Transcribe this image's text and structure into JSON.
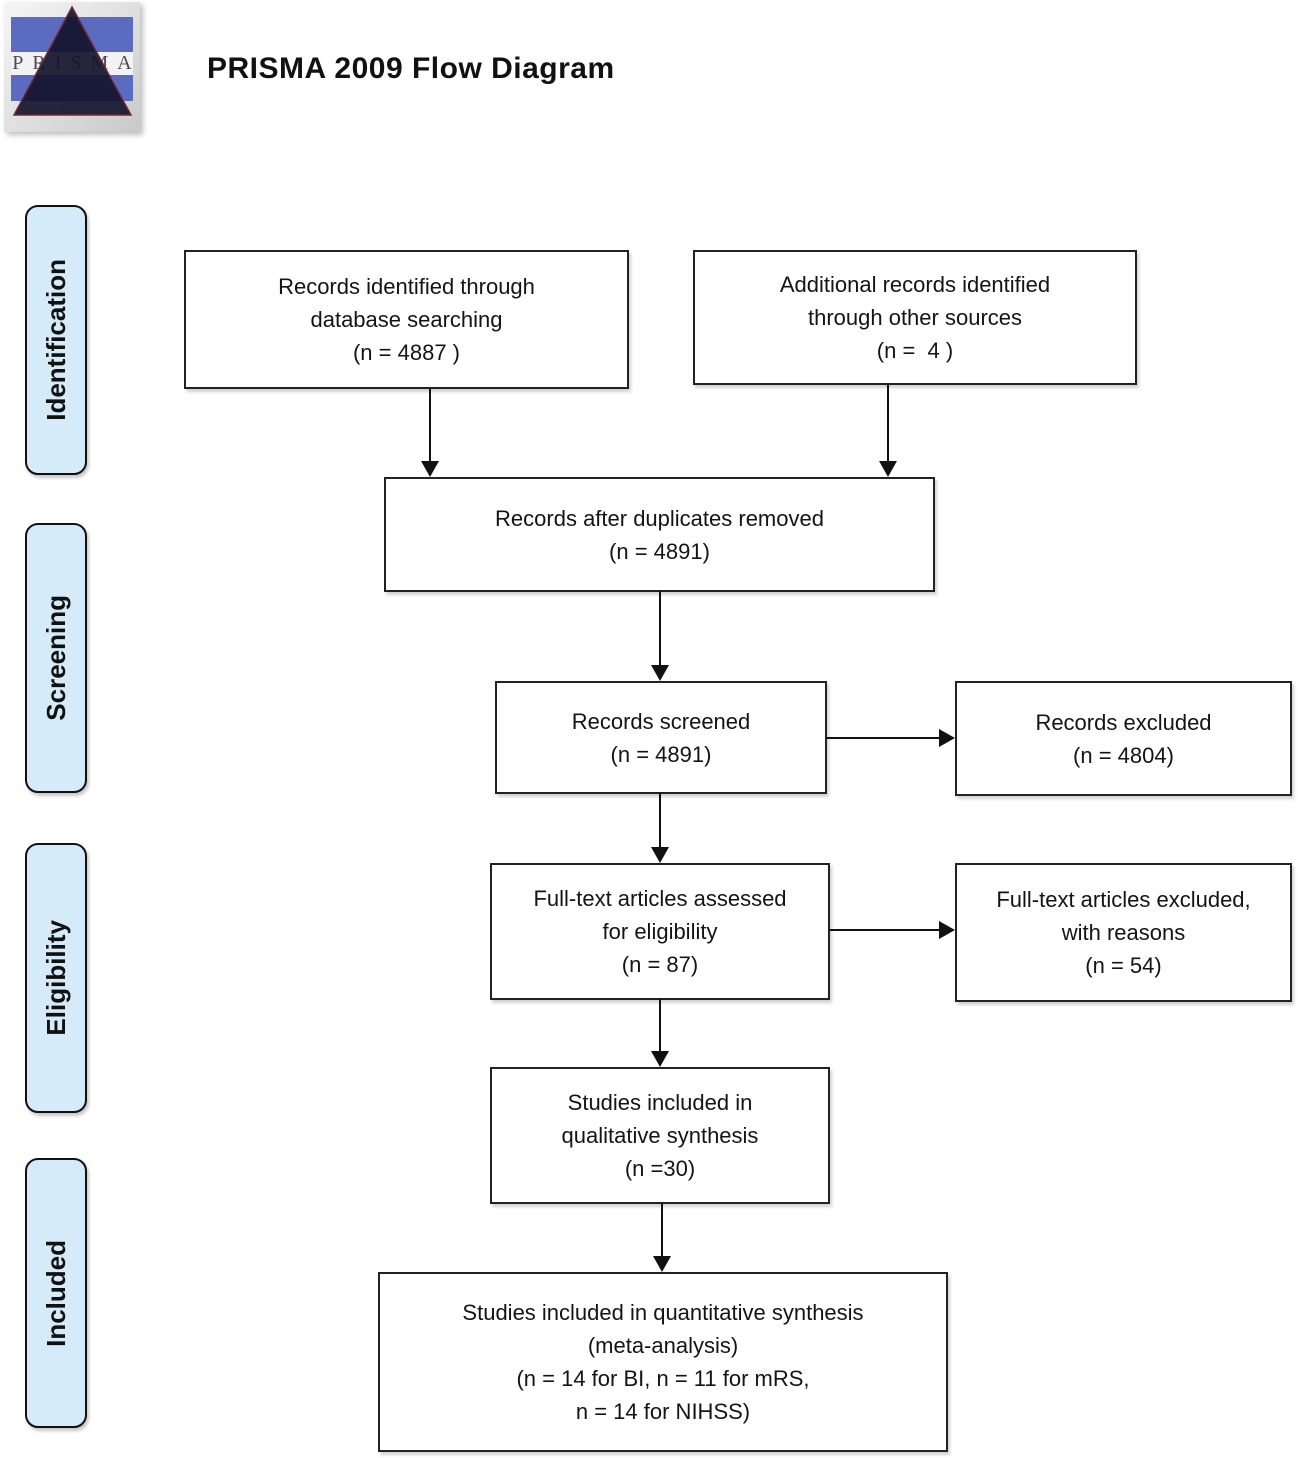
{
  "header": {
    "logo_text": "PRISMA",
    "title": "PRISMA 2009 Flow Diagram"
  },
  "sidebar": {
    "stages": [
      {
        "label": "Identification"
      },
      {
        "label": "Screening"
      },
      {
        "label": "Eligibility"
      },
      {
        "label": "Included"
      }
    ]
  },
  "flow": {
    "records_identified": {
      "lines": [
        "Records identified through",
        "database searching",
        "(n = 4887 )"
      ]
    },
    "additional_records": {
      "lines": [
        "Additional records identified",
        "through other sources",
        "(n =  4 )"
      ]
    },
    "after_duplicates": {
      "lines": [
        "Records after duplicates removed",
        "(n = 4891)"
      ]
    },
    "records_screened": {
      "lines": [
        "Records screened",
        "(n = 4891)"
      ]
    },
    "records_excluded": {
      "lines": [
        "Records excluded",
        "(n = 4804)"
      ]
    },
    "fulltext_assessed": {
      "lines": [
        "Full-text articles assessed",
        "for eligibility",
        "(n = 87)"
      ]
    },
    "fulltext_excluded": {
      "lines": [
        "Full-text articles excluded,",
        "with reasons",
        "(n = 54)"
      ]
    },
    "qualitative_synthesis": {
      "lines": [
        "Studies included in",
        "qualitative synthesis",
        "(n =30)"
      ]
    },
    "quantitative_synthesis": {
      "lines": [
        "Studies included in quantitative synthesis",
        "(meta-analysis)",
        "(n = 14 for BI, n = 11 for mRS,",
        "n = 14 for NIHSS)"
      ]
    }
  },
  "colors": {
    "stage_fill": "#d6ebf9",
    "box_border": "#222222",
    "arrow": "#111111",
    "logo_blue": "#5b6cc0",
    "logo_triangle": "#13132b"
  }
}
